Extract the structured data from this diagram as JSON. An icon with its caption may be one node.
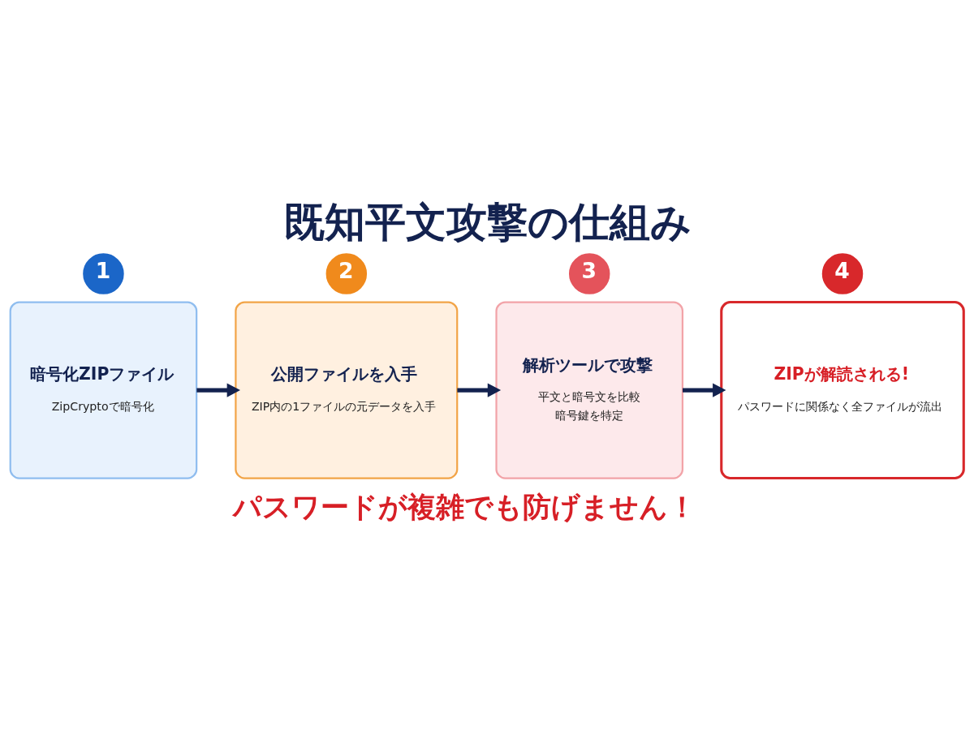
{
  "diagram": {
    "title": "既知平文攻撃の仕組み",
    "nodes": [
      {
        "text": [
          "1"
        ]
      },
      {
        "text": [
          "暗号化ZIPファイル",
          "ZipCryptoで暗号化"
        ]
      },
      {
        "text": [
          "2"
        ]
      },
      {
        "text": [
          "公開ファイルを入手",
          "ZIP内の1ファイルの元データを入手"
        ]
      },
      {
        "text": [
          "3"
        ]
      },
      {
        "text": [
          "解析ツールで攻撃",
          "平文と暗号文を比較",
          "暗号鍵を特定"
        ]
      },
      {
        "text": [
          "4"
        ]
      },
      {
        "text": [
          "ZIPが解読される!",
          "パスワードに関係なく全ファイルが流出"
        ]
      }
    ],
    "edges": [
      {
        "from": 1,
        "to": 3,
        "arrow": "to"
      },
      {
        "from": 3,
        "to": 5,
        "arrow": "to"
      },
      {
        "from": 5,
        "to": 7,
        "arrow": "to"
      }
    ],
    "labels": [
      "パスワードが複雑でも防げません！"
    ]
  }
}
